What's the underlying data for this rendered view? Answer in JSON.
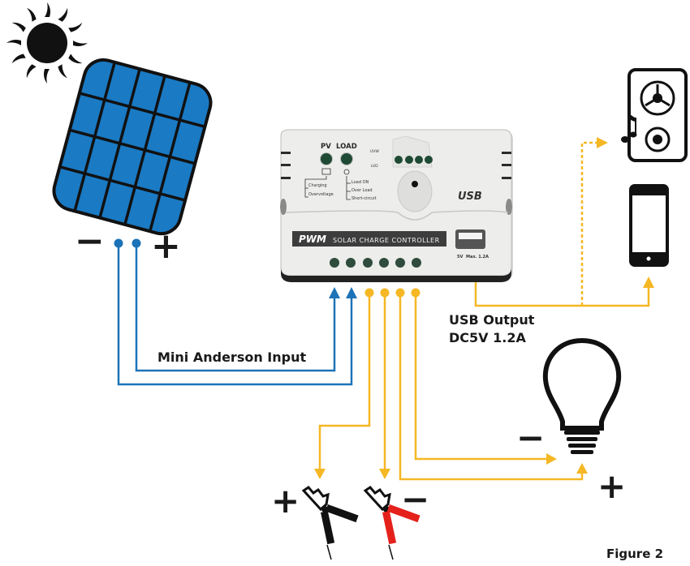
{
  "colors": {
    "input_wire": "#1c73b8",
    "output_wire": "#f5b724",
    "panel_fill": "#1a7ac4",
    "ink": "#111111",
    "clip_red": "#e4211b",
    "controller_body": "#ececea",
    "controller_band": "#3d3d3d",
    "led_green": "#1e4a34"
  },
  "controller": {
    "indicator_pv": "PV",
    "indicator_load": "LOAD",
    "uvw_label": "UVW",
    "lvd_label": "LVD",
    "pv_status": [
      "Charging",
      "Overvoltage"
    ],
    "load_status": [
      "Load ON",
      "Over Load",
      "Short-circuit"
    ],
    "usb_logo": "USB",
    "band_pwm": "PWM",
    "band_title": "SOLAR CHARGE CONTROLLER",
    "usb_spec_voltage": "5V",
    "usb_spec_current": "Max. 1.2A"
  },
  "panel": {
    "minus": "−",
    "plus": "+"
  },
  "labels": {
    "input": "Mini Anderson Input",
    "usb_line1": "USB Output",
    "usb_line2": "DC5V 1.2A",
    "battery_plus": "+",
    "battery_minus": "−",
    "load_minus": "−",
    "load_plus": "+",
    "figure": "Figure 2"
  }
}
